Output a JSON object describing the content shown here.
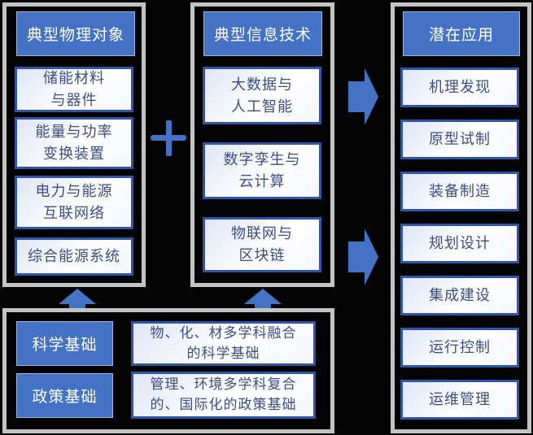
{
  "left_panel": {
    "title": "典型物理对象",
    "items": [
      {
        "label": "储能材料\n与器件"
      },
      {
        "label": "能量与功率\n变换装置"
      },
      {
        "label": "电力与能源\n互联网络"
      },
      {
        "label": "综合能源系统"
      }
    ]
  },
  "middle_panel": {
    "title": "典型信息技术",
    "items": [
      {
        "label": "大数据与\n人工智能"
      },
      {
        "label": "数字孪生与\n云计算"
      },
      {
        "label": "物联网与\n区块链"
      }
    ]
  },
  "right_panel": {
    "title": "潜在应用",
    "items": [
      {
        "label": "机理发现"
      },
      {
        "label": "原型试制"
      },
      {
        "label": "装备制造"
      },
      {
        "label": "规划设计"
      },
      {
        "label": "集成建设"
      },
      {
        "label": "运行控制"
      },
      {
        "label": "运维管理"
      }
    ]
  },
  "bottom_panel": {
    "rows": [
      {
        "label": "科学基础",
        "description": "物、化、材多学科融合\n的科学基础"
      },
      {
        "label": "政策基础",
        "description": "管理、环境多学科复合\n的、国际化的政策基础"
      }
    ]
  },
  "connectors": {
    "combine_symbol": "plus",
    "flow_arrows": [
      "right-arrow",
      "right-arrow"
    ],
    "support_arrows": [
      "up-arrow",
      "up-arrow"
    ]
  },
  "colors": {
    "background": "#030303",
    "panel_border": "#c3c3c3",
    "header_fill": "#4472c4",
    "item_border": "#2f55a4",
    "item_text": "#3b4f86",
    "arrow_fill": "#4472c4"
  }
}
